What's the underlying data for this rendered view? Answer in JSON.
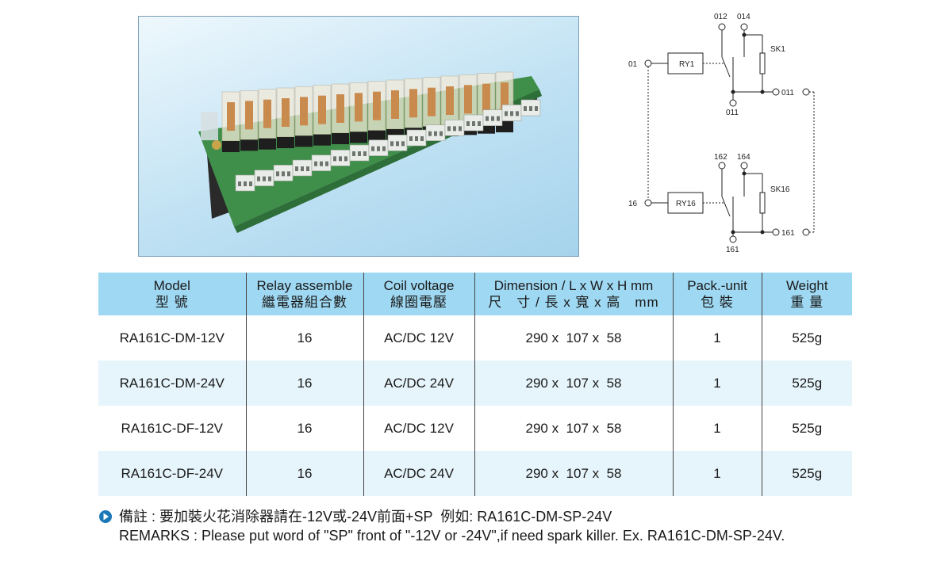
{
  "schematic": {
    "top": {
      "relay": "RY1",
      "input": "01",
      "out_a": "012",
      "out_b": "014",
      "common": "011",
      "common_right": "011",
      "killer": "SK1"
    },
    "bottom": {
      "relay": "RY16",
      "input": "16",
      "out_a": "162",
      "out_b": "164",
      "common": "161",
      "common_right": "161",
      "killer": "SK16"
    }
  },
  "table": {
    "headers": [
      {
        "en": "Model",
        "zh": "型 號"
      },
      {
        "en": "Relay assemble",
        "zh": "繼電器組合數"
      },
      {
        "en": "Coil voltage",
        "zh": "線圈電壓"
      },
      {
        "en": "Dimension / L x W x H  mm",
        "zh": "尺　寸 / 長 x 寬 x 高　mm"
      },
      {
        "en": "Pack.-unit",
        "zh": "包 裝"
      },
      {
        "en": "Weight",
        "zh": "重 量"
      }
    ],
    "rows": [
      [
        "RA161C-DM-12V",
        "16",
        "AC/DC 12V",
        "290 x  107 x  58",
        "1",
        "525g"
      ],
      [
        "RA161C-DM-24V",
        "16",
        "AC/DC 24V",
        "290 x  107 x  58",
        "1",
        "525g"
      ],
      [
        "RA161C-DF-12V",
        "16",
        "AC/DC 12V",
        "290 x  107 x  58",
        "1",
        "525g"
      ],
      [
        "RA161C-DF-24V",
        "16",
        "AC/DC 24V",
        "290 x  107 x  58",
        "1",
        "525g"
      ]
    ]
  },
  "remarks": {
    "zh": "備註 : 要加裝火花消除器請在-12V或-24V前面+SP  例如: RA161C-DM-SP-24V",
    "en": "REMARKS : Please put word of \"SP\" front of \"-12V or -24V\",if need spark killer. Ex. RA161C-DM-SP-24V."
  },
  "colors": {
    "header_bg": "#9fd8f2",
    "row_alt_bg": "#e6f4fb",
    "photo_bg": "#bfe1f3",
    "pcb_green": "#3f8f4a",
    "arrow": "#1a78b8"
  }
}
